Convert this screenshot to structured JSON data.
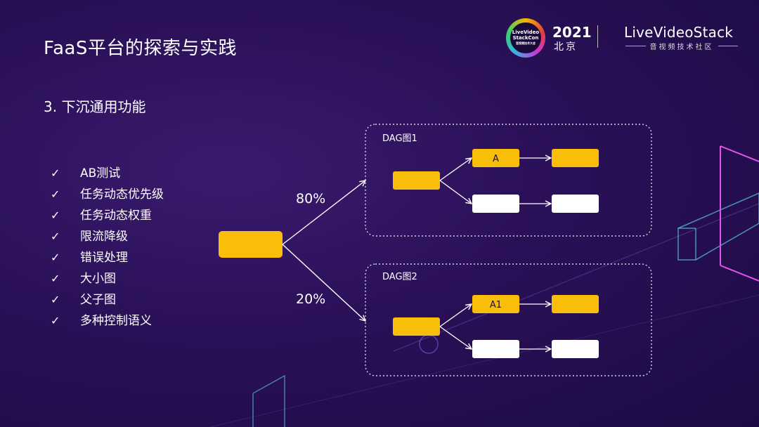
{
  "header": {
    "title": "FaaS平台的探索与实践",
    "event_logo_text": [
      "LiveVideo",
      "StackCon",
      "音视频技术大会"
    ],
    "event_year": "2021",
    "event_city": "北京",
    "brand_name": "LiveVideoStack",
    "brand_tagline": "音视频技术社区"
  },
  "section": {
    "title": "3. 下沉通用功能",
    "check_symbol": "✓",
    "features": [
      "AB测试",
      "任务动态优先级",
      "任务动态权重",
      "限流降级",
      "错误处理",
      "大小图",
      "父子图",
      "多种控制语义"
    ]
  },
  "diagram": {
    "split_labels": [
      "80%",
      "20%"
    ],
    "groups": [
      {
        "label": "DAG图1",
        "top_node_label": "A"
      },
      {
        "label": "DAG图2",
        "top_node_label": "A1"
      }
    ],
    "colors": {
      "accent": "#F9BE0A",
      "node_white": "#FFFFFF",
      "edge": "#FFFFFF",
      "group_border": "#D9D3EA"
    }
  }
}
